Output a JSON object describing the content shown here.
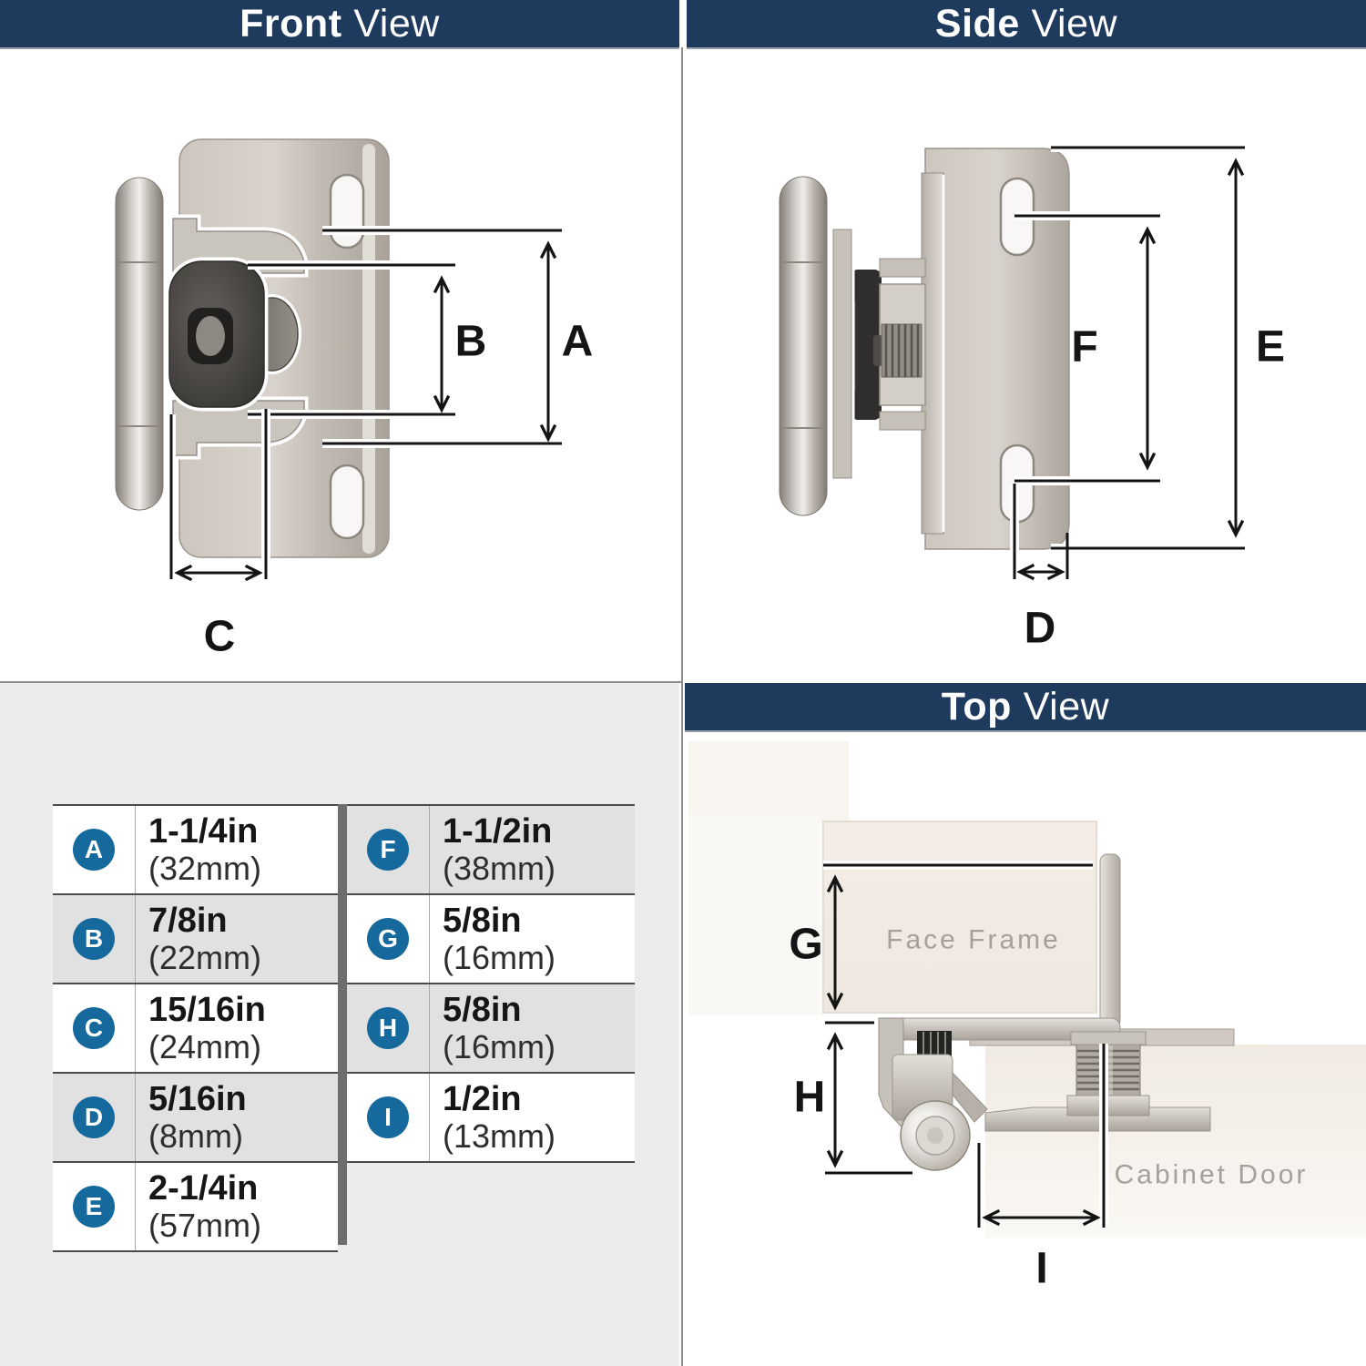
{
  "colors": {
    "header_navy": "#1e3a5c",
    "header_text": "#ffffff",
    "badge_blue": "#15699c",
    "panel_bg": "#ececec",
    "row_alt": "#e1e1e1",
    "table_divider": "#6d6d6d",
    "dimension_ink": "#141414"
  },
  "headers": {
    "front": {
      "bold": "Front",
      "rest": "View"
    },
    "side": {
      "bold": "Side",
      "rest": "View"
    },
    "top": {
      "bold": "Top",
      "rest": "View"
    }
  },
  "front_view": {
    "labels": {
      "A": "A",
      "B": "B",
      "C": "C"
    }
  },
  "side_view": {
    "labels": {
      "D": "D",
      "E": "E",
      "F": "F"
    }
  },
  "top_view": {
    "labels": {
      "G": "G",
      "H": "H",
      "I": "I"
    },
    "annotations": {
      "face_frame": "Face Frame",
      "cabinet_door": "Cabinet Door"
    }
  },
  "dimensions": {
    "left": [
      {
        "key": "A",
        "value": "1-1/4in",
        "metric": "(32mm)"
      },
      {
        "key": "B",
        "value": "7/8in",
        "metric": "(22mm)"
      },
      {
        "key": "C",
        "value": "15/16in",
        "metric": "(24mm)"
      },
      {
        "key": "D",
        "value": "5/16in",
        "metric": "(8mm)"
      },
      {
        "key": "E",
        "value": "2-1/4in",
        "metric": "(57mm)"
      }
    ],
    "right": [
      {
        "key": "F",
        "value": "1-1/2in",
        "metric": "(38mm)"
      },
      {
        "key": "G",
        "value": "5/8in",
        "metric": "(16mm)"
      },
      {
        "key": "H",
        "value": "5/8in",
        "metric": "(16mm)"
      },
      {
        "key": "I",
        "value": "1/2in",
        "metric": "(13mm)"
      }
    ]
  }
}
